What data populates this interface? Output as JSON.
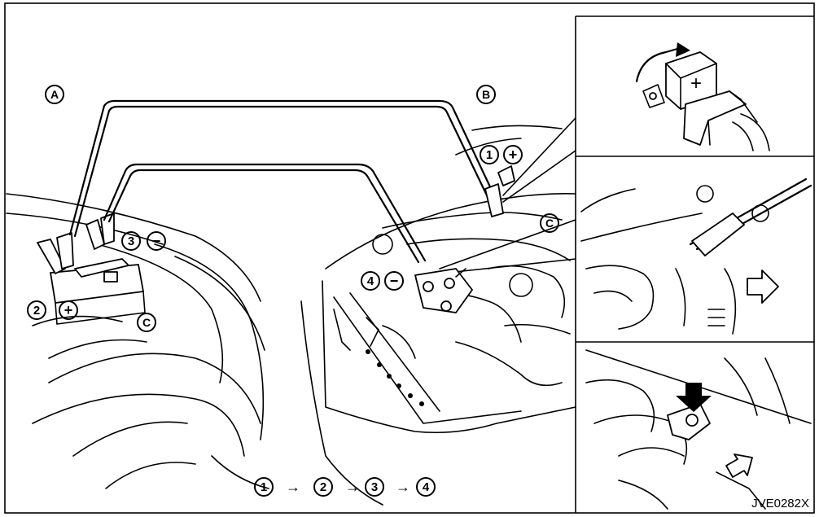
{
  "callouts": {
    "a": "A",
    "b": "B",
    "c": "C",
    "n1": "1",
    "n2": "2",
    "n3": "3",
    "n4": "4",
    "plus": "+",
    "minus": "−"
  },
  "sequence": {
    "steps": [
      "1",
      "2",
      "3",
      "4"
    ],
    "arrow": "→"
  },
  "figure_code": "JVE0282X"
}
